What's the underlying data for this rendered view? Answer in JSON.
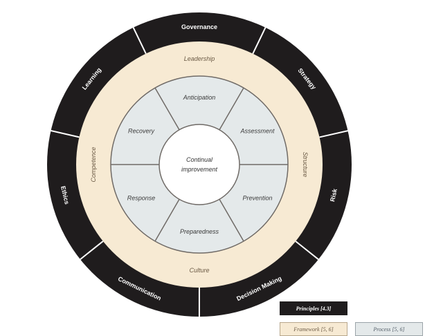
{
  "diagram": {
    "center_label": "Continual improvement",
    "process_segments": [
      "Anticipation",
      "Assessment",
      "Prevention",
      "Preparedness",
      "Response",
      "Recovery"
    ],
    "framework_labels": {
      "top": "Leadership",
      "bottom": "Culture",
      "left": "Competence",
      "right": "Structure"
    },
    "principle_segments": [
      "Governance",
      "Strategy",
      "Risk",
      "Decision Making",
      "Communication",
      "Ethics",
      "Learning"
    ]
  },
  "legend": {
    "principles": "Principles [4.3]",
    "framework": "Framework [5, 6]",
    "process": "Process [5, 6]"
  },
  "colors": {
    "principles_fill": "#1f1c1d",
    "framework_fill": "#f7ead3",
    "process_fill": "#e4e9ea",
    "center_fill": "#ffffff",
    "divider": "#ffffff"
  }
}
